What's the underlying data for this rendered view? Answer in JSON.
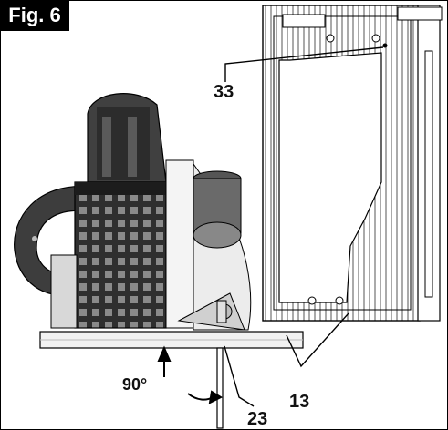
{
  "figure": {
    "label": "Fig. 6"
  },
  "callouts": {
    "part_33": "33",
    "angle": "90°",
    "part_13": "13",
    "part_23": "23"
  },
  "colors": {
    "outline": "#000000",
    "shade_dark": "#3a3a3a",
    "shade_mid": "#8c8c8c",
    "shade_light": "#d6d6d6"
  }
}
